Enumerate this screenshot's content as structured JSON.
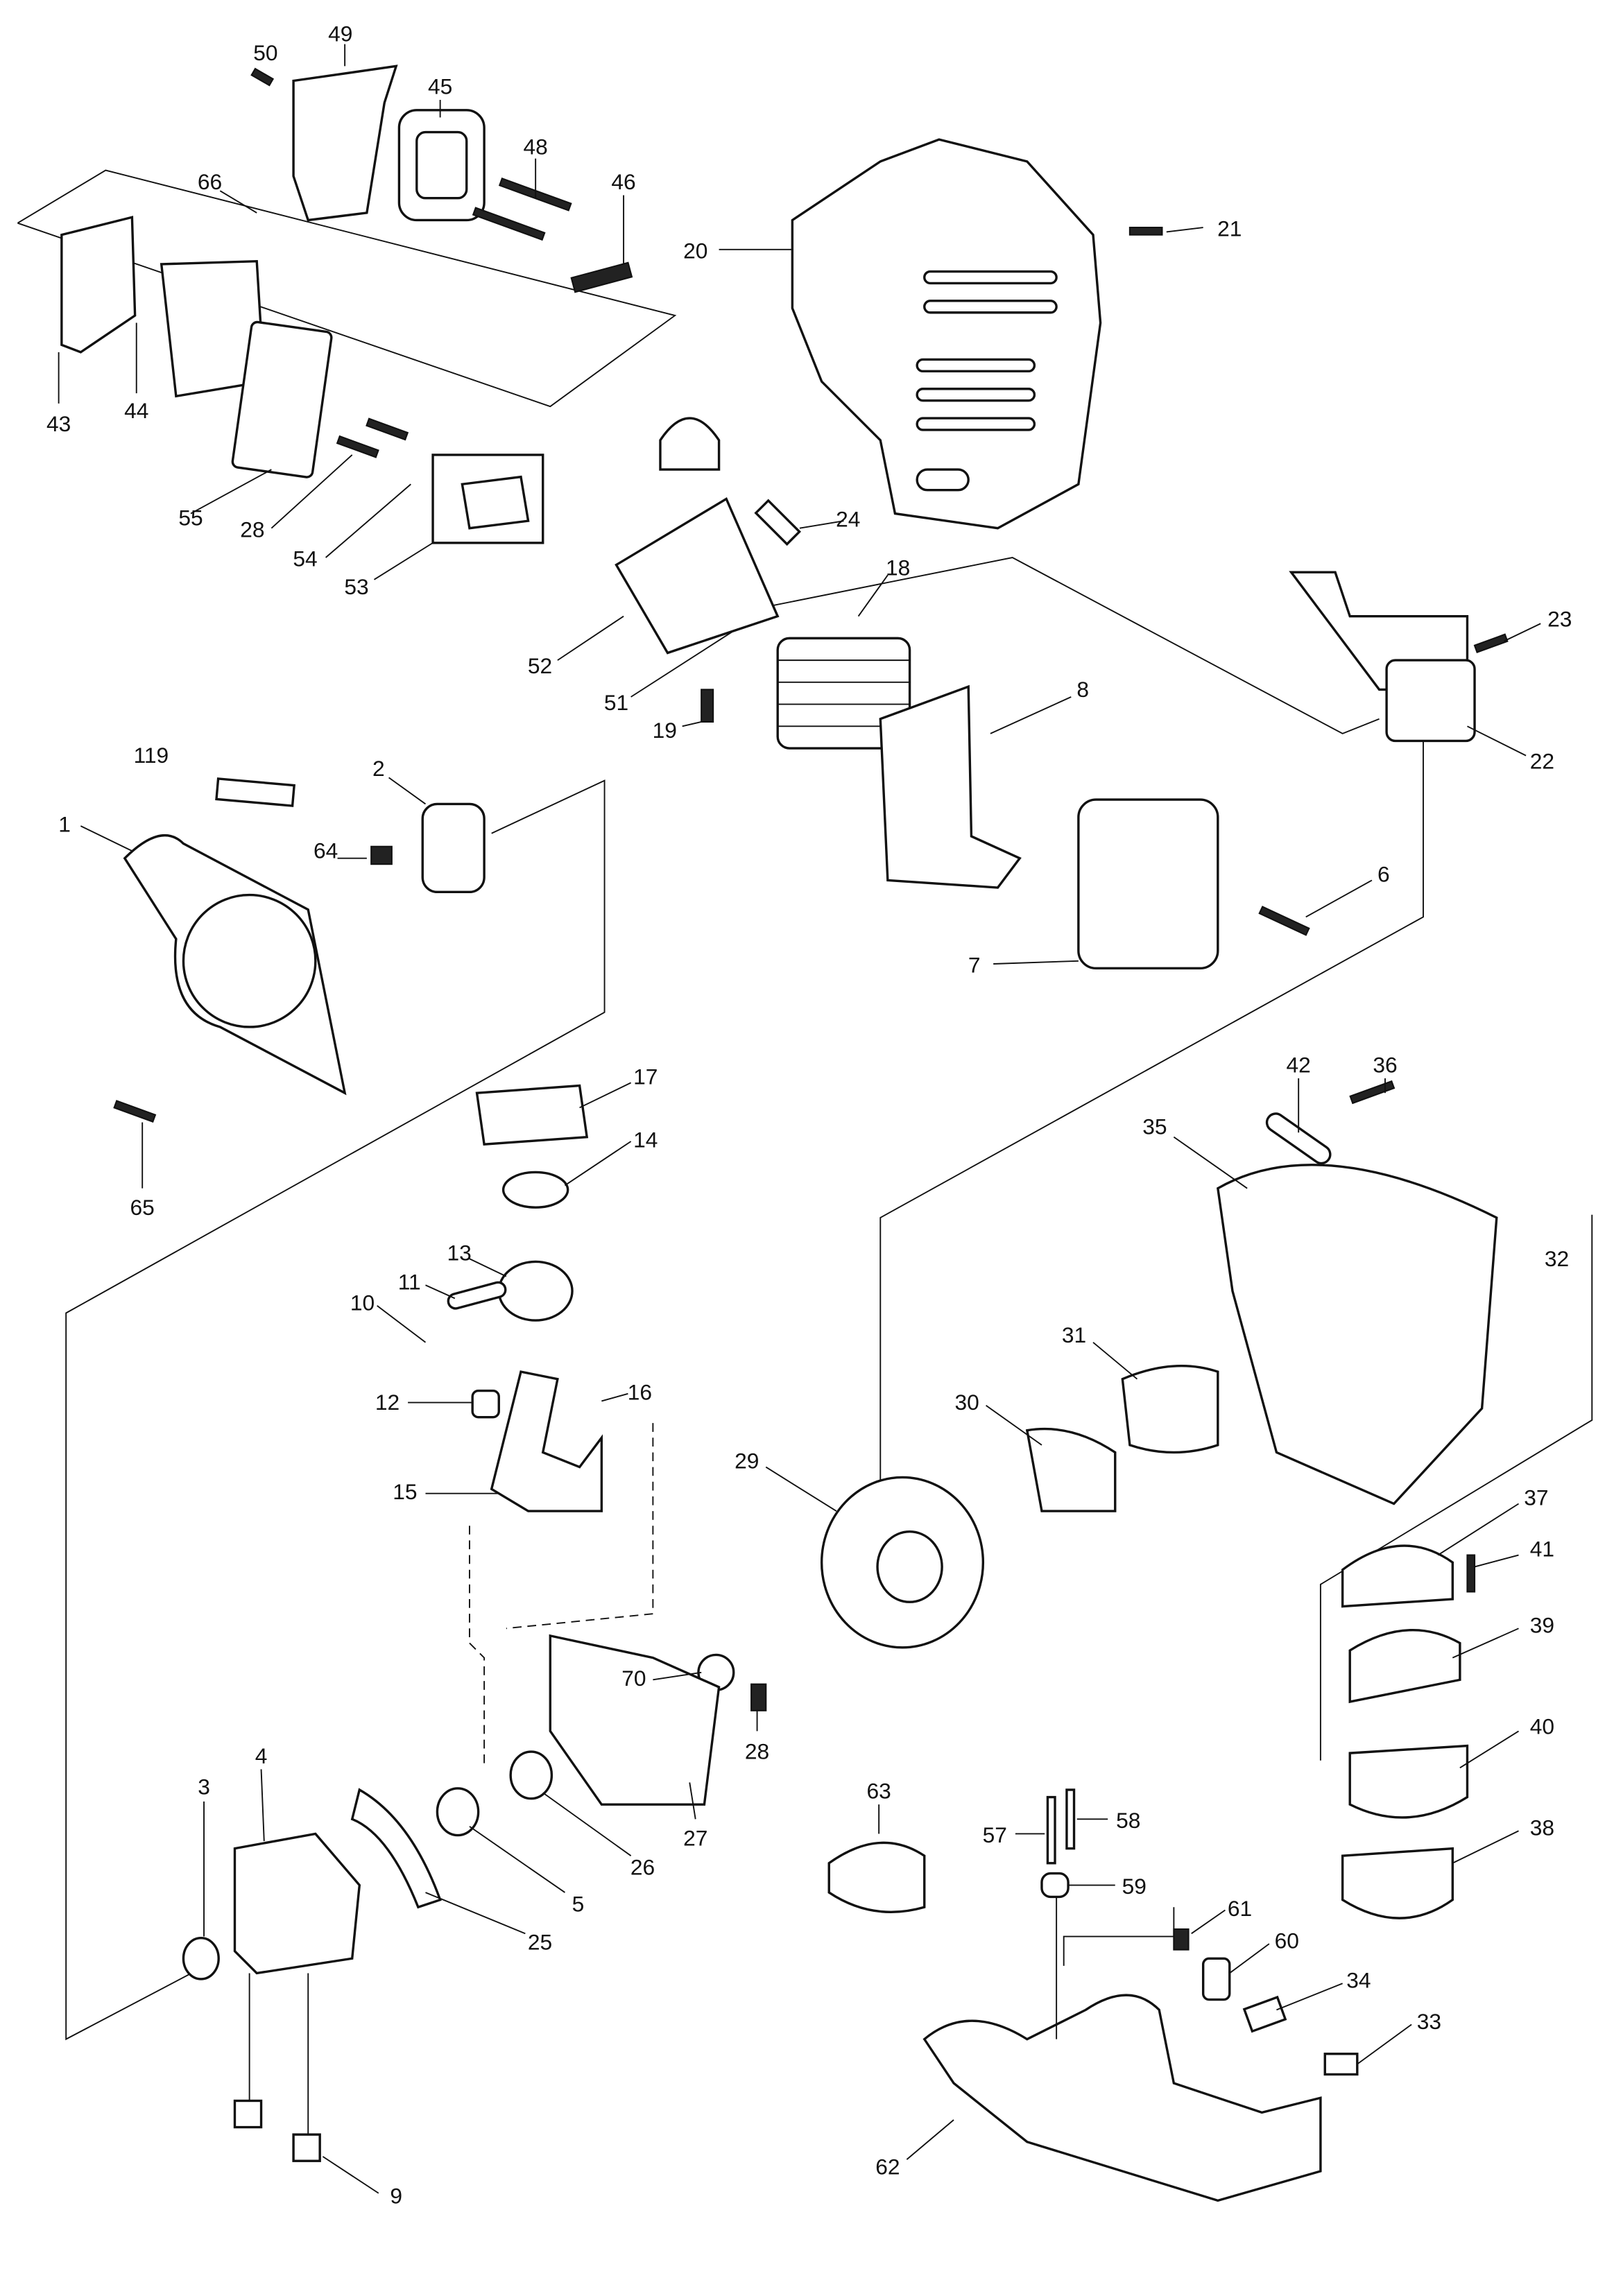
{
  "diagram": {
    "type": "exploded parts diagram",
    "callouts": [
      "50",
      "49",
      "45",
      "48",
      "46",
      "66",
      "20",
      "21",
      "43",
      "44",
      "55",
      "28",
      "54",
      "53",
      "24",
      "18",
      "23",
      "52",
      "51",
      "19",
      "8",
      "22",
      "119",
      "2",
      "1",
      "64",
      "6",
      "7",
      "65",
      "17",
      "14",
      "42",
      "36",
      "35",
      "32",
      "13",
      "11",
      "10",
      "12",
      "16",
      "15",
      "31",
      "30",
      "29",
      "37",
      "41",
      "39",
      "70",
      "28",
      "40",
      "3",
      "4",
      "63",
      "57",
      "58",
      "38",
      "59",
      "27",
      "26",
      "5",
      "25",
      "61",
      "60",
      "34",
      "33",
      "62",
      "9"
    ]
  }
}
